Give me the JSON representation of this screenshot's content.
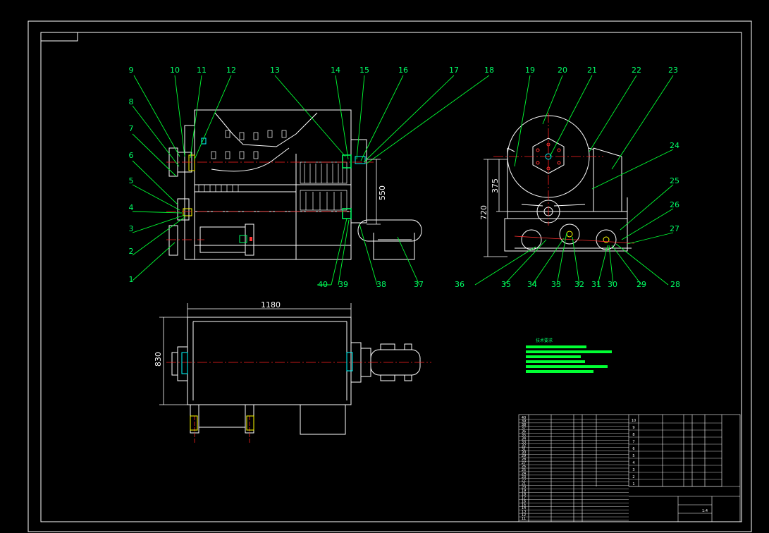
{
  "colors": {
    "background": "#000000",
    "outline": "#ffffff",
    "leader": "#00ff33",
    "centerline": "#ff2020",
    "accent_cyan": "#00ffff",
    "accent_yellow": "#ffff00",
    "accent_blue": "#3a6bff",
    "note_bars": "#00ff33"
  },
  "part_labels_top": [
    "9",
    "10",
    "11",
    "12",
    "13",
    "14",
    "15",
    "16",
    "17",
    "18",
    "19",
    "20",
    "21",
    "22",
    "23"
  ],
  "part_labels_left": [
    "8",
    "7",
    "6",
    "5",
    "4",
    "3",
    "2",
    "1"
  ],
  "part_labels_bottom_front": [
    "40",
    "39",
    "38",
    "37"
  ],
  "part_labels_bottom_side": [
    "36",
    "35",
    "34",
    "33",
    "32",
    "31",
    "30",
    "29",
    "28"
  ],
  "part_labels_right": [
    "24",
    "25",
    "26",
    "27"
  ],
  "dimensions": {
    "height_front": "550",
    "height_total": "720",
    "height_drum": "375",
    "length_plan": "1180",
    "width_plan": "830"
  },
  "technical_notes": {
    "title": "技术要求"
  },
  "bom_rows_left": [
    "40",
    "39",
    "38",
    "37",
    "36",
    "35",
    "34",
    "33",
    "32",
    "31",
    "30",
    "29",
    "28",
    "27",
    "26",
    "25",
    "24",
    "23",
    "22",
    "21",
    "20",
    "19",
    "18",
    "17",
    "16",
    "15",
    "14",
    "13",
    "12",
    "11"
  ],
  "bom_rows_right": [
    "10",
    "9",
    "8",
    "7",
    "6",
    "5",
    "4",
    "3",
    "2",
    "1"
  ],
  "title_block": {
    "scale": "1:4"
  }
}
